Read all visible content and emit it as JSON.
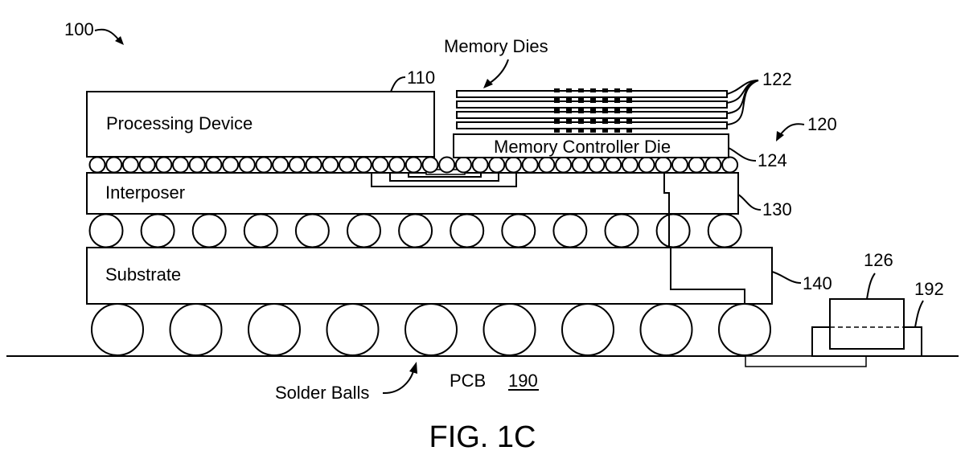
{
  "figure": {
    "caption": "FIG. 1C",
    "refs": {
      "assembly": "100",
      "processing_device": "110",
      "memory_stack": "120",
      "memory_dies": "122",
      "memory_controller_die": "124",
      "interposer": "130",
      "substrate": "140",
      "external_component": "126",
      "external_pad": "192",
      "pcb": "190"
    },
    "labels": {
      "memory_dies": "Memory Dies",
      "processing_device": "Processing Device",
      "memory_controller_die": "Memory Controller Die",
      "interposer": "Interposer",
      "substrate": "Substrate",
      "solder_balls": "Solder Balls",
      "pcb": "PCB"
    }
  }
}
